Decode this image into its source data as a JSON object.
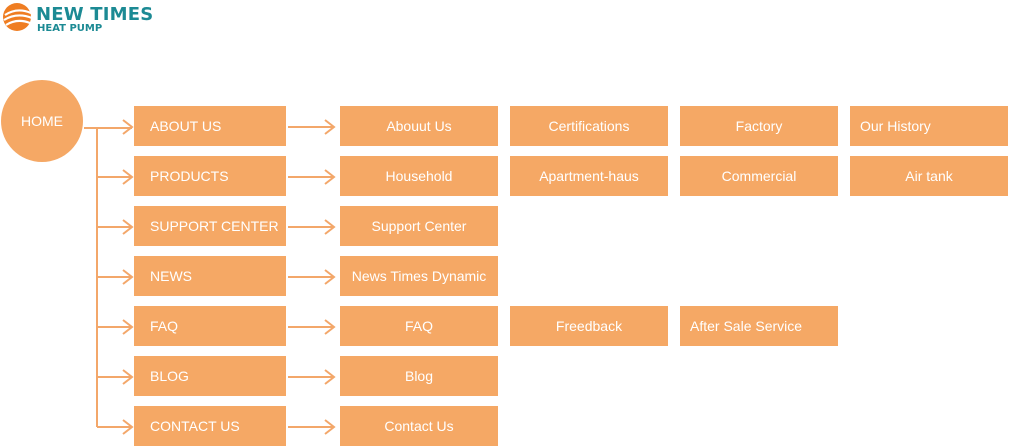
{
  "logo": {
    "title": "NEW TIMES",
    "subtitle": "HEAT PUMP"
  },
  "home": {
    "label": "HOME"
  },
  "categories": [
    {
      "label": "ABOUT US",
      "items": [
        "Abouut Us",
        "Certifications",
        "Factory",
        "Our History"
      ]
    },
    {
      "label": "PRODUCTS",
      "items": [
        "Household",
        "Apartment-haus",
        "Commercial",
        "Air tank"
      ]
    },
    {
      "label": "SUPPORT CENTER",
      "items": [
        "Support Center"
      ]
    },
    {
      "label": "NEWS",
      "items": [
        "News Times Dynamic"
      ]
    },
    {
      "label": "FAQ",
      "items": [
        "FAQ",
        "Freedback",
        "After Sale Service"
      ]
    },
    {
      "label": "BLOG",
      "items": [
        "Blog"
      ]
    },
    {
      "label": "CONTACT US",
      "items": [
        "Contact Us"
      ]
    }
  ],
  "colors": {
    "box": "#f5a865",
    "connector": "#f3a76a",
    "logo_text": "#1c8a94",
    "logo_mark": "#ef7d22"
  }
}
